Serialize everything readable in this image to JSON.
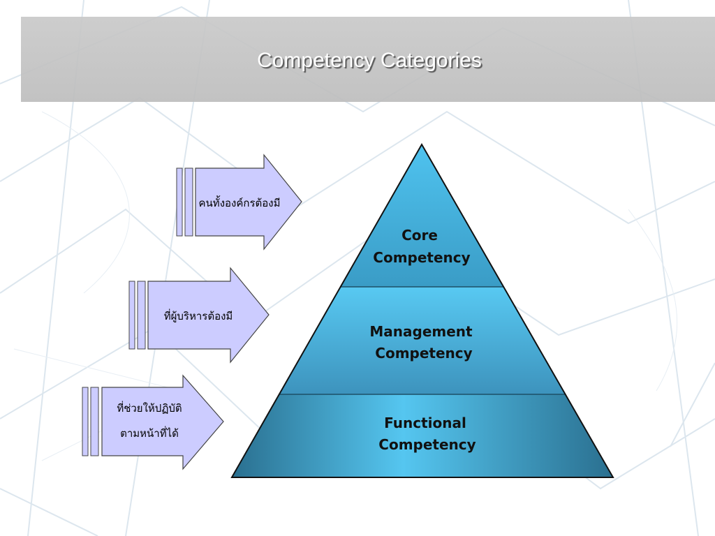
{
  "slide": {
    "title": "Competency Categories"
  },
  "colors": {
    "pyramid_light": "#55c6f0",
    "pyramid_dark": "#2a6f8f",
    "arrow_fill": "#ccccff",
    "title_band": "#c4c4c4"
  },
  "pyramid": {
    "levels": [
      {
        "line1": "Core",
        "line2": "Competency"
      },
      {
        "line1": "Management",
        "line2": "Competency"
      },
      {
        "line1": "Functional",
        "line2": "Competency"
      }
    ]
  },
  "arrows": [
    {
      "line1": "คนทั้งองค์กรต้องมี"
    },
    {
      "line1": "ที่ผู้บริหารต้องมี"
    },
    {
      "line1": "ที่ช่วยให้ปฏิบัติ",
      "line2": "ตามหน้าที่ได้"
    }
  ]
}
